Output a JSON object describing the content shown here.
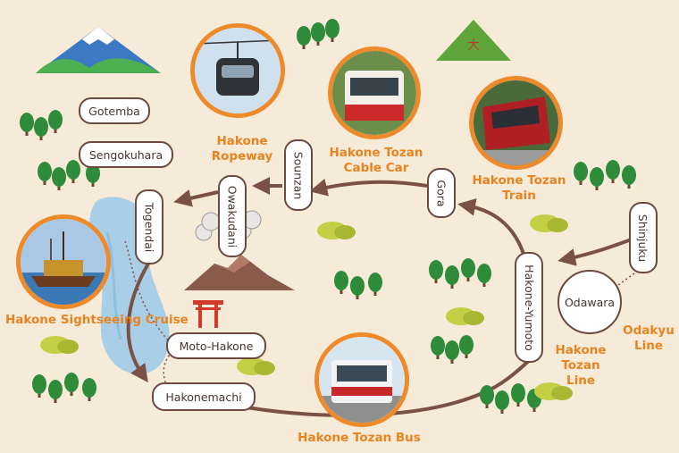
{
  "stations": {
    "gotemba": "Gotemba",
    "sengokuhara": "Sengokuhara",
    "togendai": "Togendai",
    "owakudani": "Owakudani",
    "sounzan": "Sounzan",
    "gora": "Gora",
    "hakone_yumoto": "Hakone-Yumoto",
    "shinjuku": "Shinjuku",
    "odawara": "Odawara",
    "moto_hakone": "Moto-Hakone",
    "hakonemachi": "Hakonemachi"
  },
  "lines": {
    "ropeway": [
      "Hakone",
      "Ropeway"
    ],
    "cable_car": [
      "Hakone Tozan",
      "Cable Car"
    ],
    "train": [
      "Hakone Tozan",
      "Train"
    ],
    "cruise": "Hakone Sightseeing Cruise",
    "bus": "Hakone Tozan Bus",
    "odakyu": [
      "Odakyu",
      "Line"
    ],
    "tozan_line": [
      "Hakone",
      "Tozan",
      "Line"
    ]
  },
  "icons": {
    "torii": "torii-gate-icon",
    "mountain": "mount-fuji-icon",
    "volcano": "smoking-volcano-icon",
    "hill": "hill-with-kanji-icon"
  },
  "hill_kanji": "大",
  "colors": {
    "route": "#7a5147",
    "accent": "#ee8a2a",
    "background": "#f6ebd8",
    "lake": "#a9cfe8",
    "tree": "#2e8b3a",
    "bush": "#b8c43a"
  }
}
